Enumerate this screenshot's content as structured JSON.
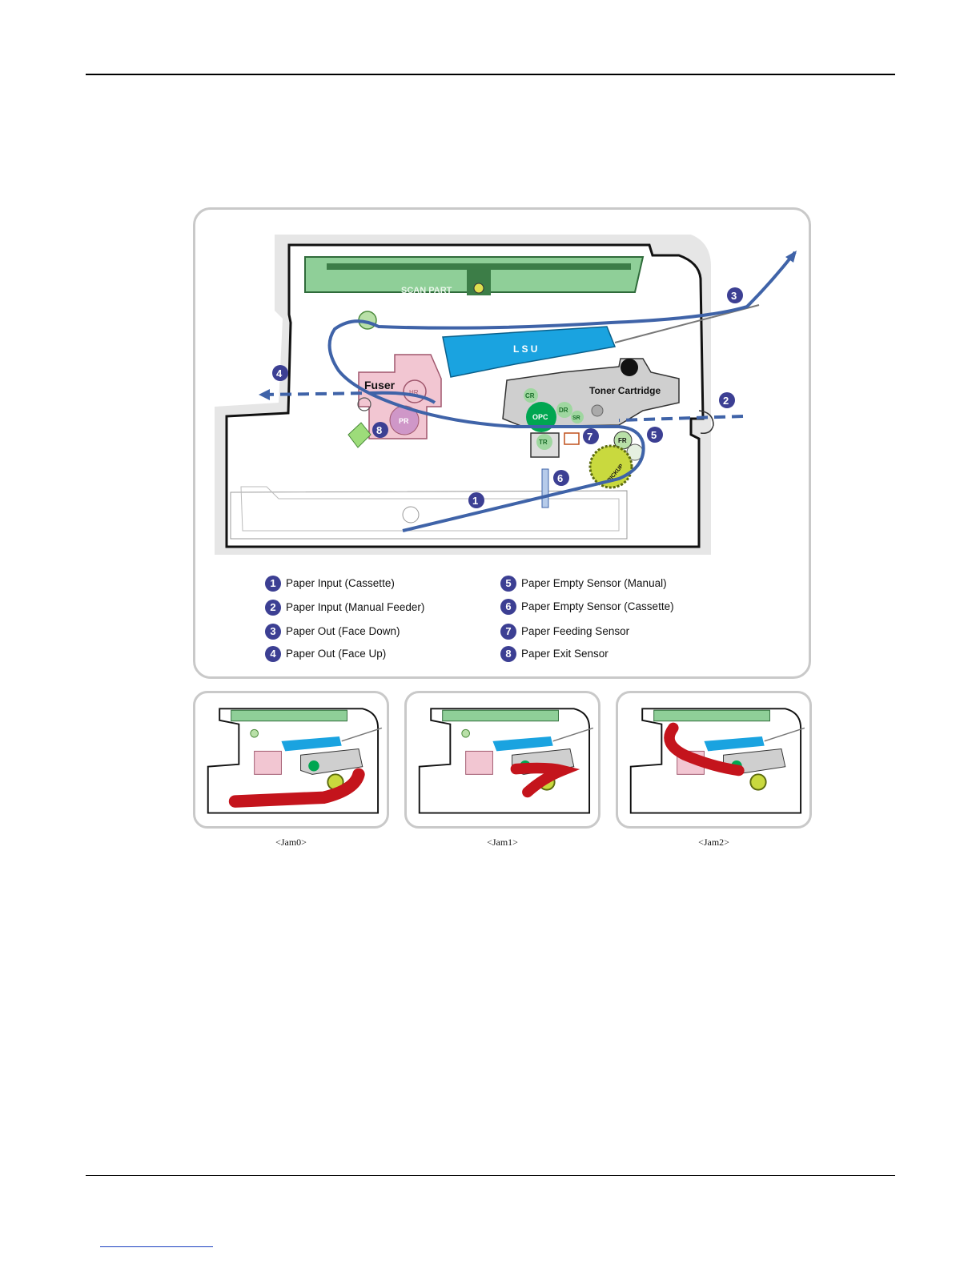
{
  "diagram": {
    "parts": {
      "scan_part": "SCAN PART",
      "lsu": "L S U",
      "fuser": "Fuser",
      "toner_cartridge": "Toner Cartridge",
      "cr": "CR",
      "opc": "OPC",
      "dr": "DR",
      "sr": "SR",
      "tr": "TR",
      "fr": "FR",
      "pr": "PR",
      "hr": "HR",
      "pickup": "PICKUP"
    },
    "markers": [
      "1",
      "2",
      "3",
      "4",
      "5",
      "6",
      "7",
      "8"
    ],
    "colors": {
      "paper_path": "#3f63a8",
      "scan_part": "#7cc08a",
      "lsu": "#1aa3e0",
      "fuser": "#f2c6d2",
      "toner": "#cfcfcf",
      "opc": "#00a651",
      "jam": "#c4141c",
      "marker": "#3c3f93"
    }
  },
  "legend": [
    {
      "num": "1",
      "label": "Paper Input (Cassette)"
    },
    {
      "num": "2",
      "label": "Paper Input (Manual Feeder)"
    },
    {
      "num": "3",
      "label": "Paper Out (Face Down)"
    },
    {
      "num": "4",
      "label": "Paper Out (Face Up)"
    },
    {
      "num": "5",
      "label": "Paper Empty Sensor (Manual)"
    },
    {
      "num": "6",
      "label": "Paper Empty Sensor (Cassette)"
    },
    {
      "num": "7",
      "label": "Paper Feeding Sensor"
    },
    {
      "num": "8",
      "label": "Paper Exit Sensor"
    }
  ],
  "jams": [
    {
      "caption": "<Jam0>"
    },
    {
      "caption": "<Jam1>"
    },
    {
      "caption": "<Jam2>"
    }
  ]
}
